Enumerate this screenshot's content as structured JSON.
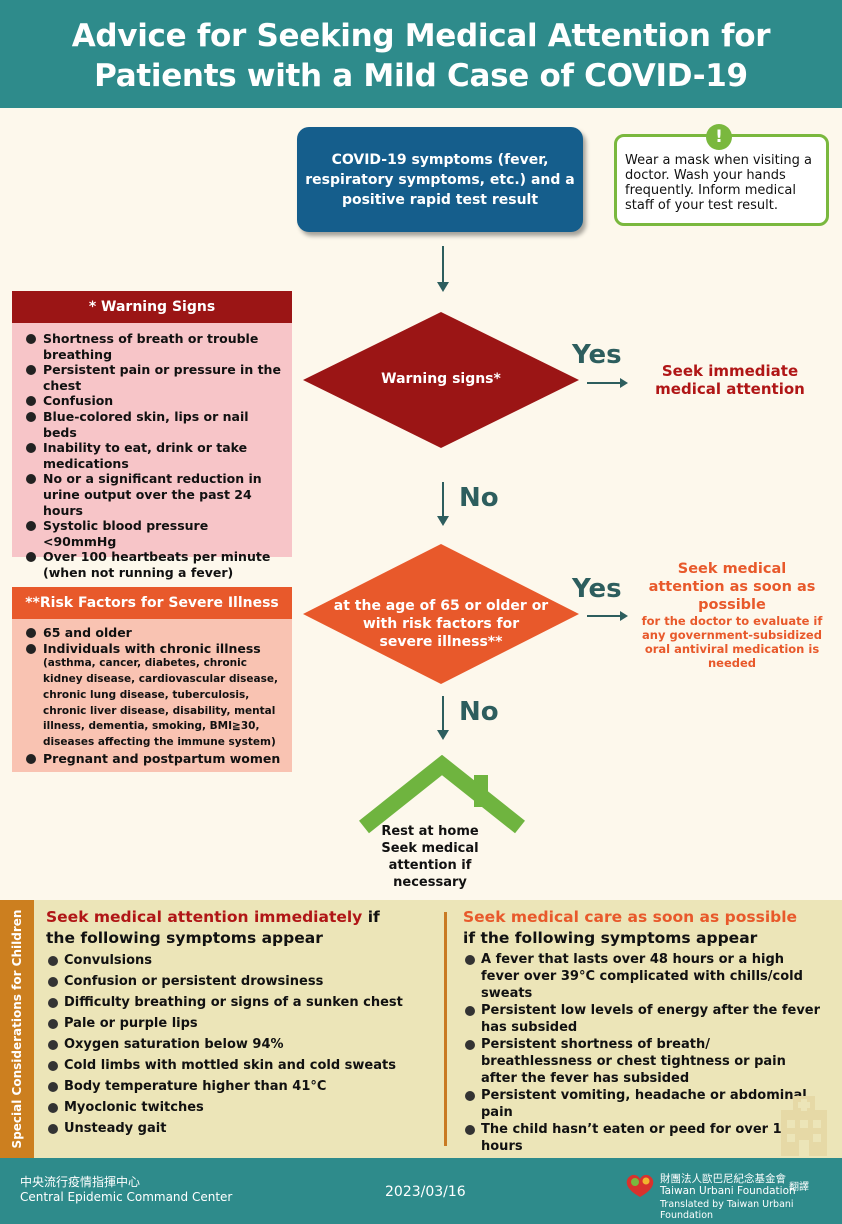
{
  "header": {
    "title_line1": "Advice for Seeking Medical Attention for",
    "title_line2": "Patients with a Mild Case of COVID-19"
  },
  "start": {
    "line1": "COVID-19 symptoms (fever,",
    "line2": "respiratory symptoms, etc.) and a",
    "line3": "positive rapid test result"
  },
  "tip": {
    "icon": "!",
    "text": "Wear a mask when visiting a doctor. Wash your hands frequently. Inform medical staff of your test result."
  },
  "warning": {
    "title": "* Warning Signs",
    "items": [
      "Shortness of breath or trouble breathing",
      "Persistent pain or pressure in the chest",
      "Confusion",
      "Blue-colored skin, lips or nail beds",
      "Inability to eat, drink or take medications",
      "No or a significant reduction in urine output over the past 24 hours",
      "Systolic blood pressure <90mmHg",
      "Over 100 heartbeats per minute (when not running a fever)"
    ]
  },
  "risk": {
    "title": "**Risk Factors for Severe Illness",
    "item1": "65 and older",
    "item2": "Individuals with chronic illness",
    "item2_detail": "(asthma, cancer, diabetes, chronic kidney disease, cardiovascular disease, chronic lung disease, tuberculosis, chronic liver disease, disability, mental illness, dementia, smoking, BMI≧30, diseases affecting the immune system)",
    "item3": "Pregnant and postpartum women"
  },
  "decision1": {
    "text": "Warning signs*",
    "yes": "Yes",
    "no": "No",
    "outcome_line1": "Seek immediate",
    "outcome_line2": "medical attention"
  },
  "decision2": {
    "line1": "at the age of 65 or older or",
    "line2": "with risk factors for",
    "line3": "severe illness**",
    "yes": "Yes",
    "no": "No",
    "outcome_title": "Seek medical attention as soon as possible",
    "outcome_detail": "for the doctor to evaluate if any government-subsidized oral antiviral medication is needed"
  },
  "home": {
    "line1": "Rest at home",
    "line2": "Seek medical",
    "line3": "attention if",
    "line4": "necessary"
  },
  "children": {
    "sidebar": "Special Considerations for Children",
    "left": {
      "title_colored": "Seek medical attention immediately",
      "title_suffix": " if",
      "title_line2": "the following symptoms appear",
      "items": [
        "Convulsions",
        "Confusion or persistent drowsiness",
        "Difficulty breathing or signs of a sunken chest",
        "Pale or purple lips",
        "Oxygen saturation below 94%",
        "Cold limbs with mottled skin and cold sweats",
        "Body temperature higher than 41°C",
        "Myoclonic twitches",
        "Unsteady gait"
      ]
    },
    "right": {
      "title_colored": "Seek medical care as soon as possible",
      "title_line2": "if the following symptoms appear",
      "items": [
        "A fever that lasts over 48 hours or a high fever over 39°C complicated with chills/cold sweats",
        "Persistent low levels of energy after the fever has subsided",
        "Persistent shortness of breath/ breathlessness or chest tightness or pain after the fever has subsided",
        "Persistent vomiting, headache or abdominal pain",
        "The child hasn’t eaten or peed for over 12 hours"
      ]
    }
  },
  "footer": {
    "org_cn": "中央流行疫情指揮中心",
    "org_en": "Central Epidemic Command Center",
    "date": "2023/03/16",
    "foundation_cn": "財團法人歐巴尼紀念基金會",
    "foundation_en": "Taiwan Urbani Foundation",
    "translate_cn": "翻譯",
    "translated_by": "Translated by Taiwan Urbani Foundation"
  },
  "colors": {
    "teal": "#2e8b8b",
    "navy": "#155e8c",
    "dark_red": "#9b1515",
    "orange": "#e8592b",
    "green": "#7ab83e"
  }
}
